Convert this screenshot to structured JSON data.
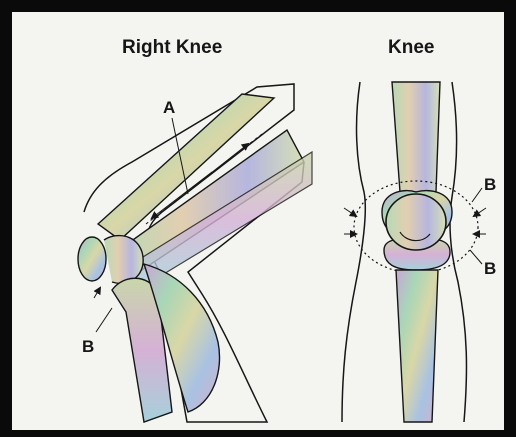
{
  "figure": {
    "left_title": "Right Knee",
    "right_title": "Knee",
    "labels": {
      "left_a": "A",
      "left_b": "B",
      "right_b_upper": "B",
      "right_b_lower": "B"
    }
  },
  "colors": {
    "frame": "#0a0a0a",
    "paper": "#f4f4f1",
    "ink": "#161616",
    "bone_fill_a": "#c7a8d6",
    "bone_fill_b": "#a8d6b7",
    "bone_fill_c": "#d9d7a7"
  }
}
